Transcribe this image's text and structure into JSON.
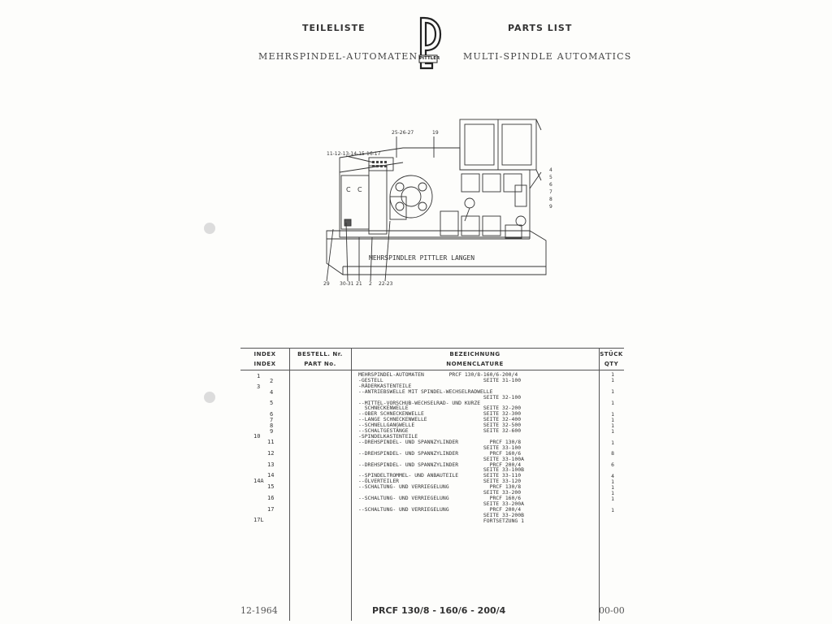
{
  "header": {
    "left_title": "TEILELISTE",
    "left_subtitle": "MEHRSPINDEL-AUTOMATEN",
    "right_title": "PARTS LIST",
    "right_subtitle": "MULTI-SPINDLE AUTOMATICS",
    "logo_text": "PITTLER"
  },
  "drawing": {
    "callouts_top": [
      "25-26-27",
      "19"
    ],
    "callouts_left": [
      "11-12-13-14-15-16-17"
    ],
    "callouts_right": [
      "4",
      "5",
      "6",
      "7",
      "8",
      "9"
    ],
    "callouts_bottom": [
      "29",
      "30-31",
      "21",
      "2",
      "22-23"
    ],
    "nameplate": "MEHRSPINDLER  PITTLER LANGEN"
  },
  "table": {
    "headers": {
      "index_de": "INDEX",
      "index_en": "INDEX",
      "part_de": "BESTELL. Nr.",
      "part_en": "PART No.",
      "name_de": "BEZEICHNUNG",
      "name_en": "NOMENCLATURE",
      "qty_de": "STÜCK",
      "qty_en": "QTY"
    },
    "nomenclature": "MEHRSPINDEL-AUTOMATEN        PRCF 130/8-160/6-200/4\n-GESTELL                                SEITE 31-100\n-RÄDERKASTENTEILE\n--ANTRIEBSWELLE MIT SPINDEL-WECHSELRADWELLE\n                                        SEITE 32-100\n--MITTEL-VORSCHUB-WECHSELRAD- UND KURZE\n  SCHNECKENWELLE                        SEITE 32-200\n--OBER SCHNECKENWELLE                   SEITE 32-300\n--LANGE SCHNECKENWELLE                  SEITE 32-400\n--SCHNELLGANGWELLE                      SEITE 32-500\n--SCHALTGESTÄNGE                        SEITE 32-600\n-SPINDELKASTENTEILE\n--DREHSPINDEL- UND SPANNZYLINDER          PRCF 130/8\n                                        SEITE 33-100\n--DREHSPINDEL- UND SPANNZYLINDER          PRCF 160/6\n                                        SEITE 33-100A\n--DREHSPINDEL- UND SPANNZYLINDER          PRCF 200/4\n                                        SEITE 33-100B\n--SPINDELTROMMEL- UND ANBAUTEILE        SEITE 33-110\n--ÖLVERTEILER                           SEITE 33-120\n--SCHALTUNG- UND VERRIEGELUNG             PRCF 130/8\n                                        SEITE 33-200\n--SCHALTUNG- UND VERRIEGELUNG             PRCF 160/6\n                                        SEITE 33-200A\n--SCHALTUNG- UND VERRIEGELUNG             PRCF 200/4\n                                        SEITE 33-200B\n                                        FORTSETZUNG 1",
    "index_entries": [
      "1",
      "2",
      "3",
      "4",
      "5",
      "6",
      "7",
      "8",
      "9",
      "10",
      "11",
      "12",
      "13",
      "14",
      "14A",
      "15",
      "16",
      "17",
      "17L"
    ],
    "qty_entries": [
      "1",
      "1",
      "1",
      "1",
      "1",
      "1",
      "1",
      "1",
      "1",
      "8",
      "6",
      "4",
      "1",
      "1",
      "1",
      "1",
      "1"
    ]
  },
  "footer": {
    "date": "12-1964",
    "model": "PRCF 130/8 - 160/6 - 200/4",
    "page": "00-00"
  }
}
